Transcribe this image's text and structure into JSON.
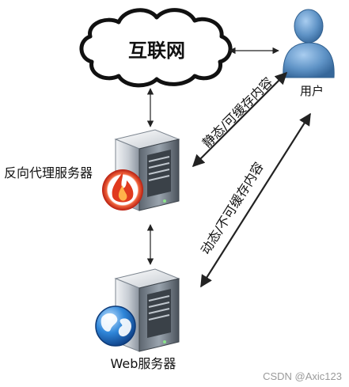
{
  "nodes": {
    "internet": {
      "label": "互联网"
    },
    "user": {
      "label": "用户"
    },
    "reverse_proxy": {
      "label": "反向代理服务器"
    },
    "web_server": {
      "label": "Web服务器"
    }
  },
  "edges": {
    "static": {
      "label": "静态/可缓存内容"
    },
    "dynamic": {
      "label": "动态/不可缓存内容"
    }
  },
  "watermark": "CSDN @Axic123",
  "colors": {
    "line": "#222222",
    "server_body": "#9aa4ae",
    "globe_blue": "#1f6fc8",
    "fire_red": "#e03a1e"
  }
}
